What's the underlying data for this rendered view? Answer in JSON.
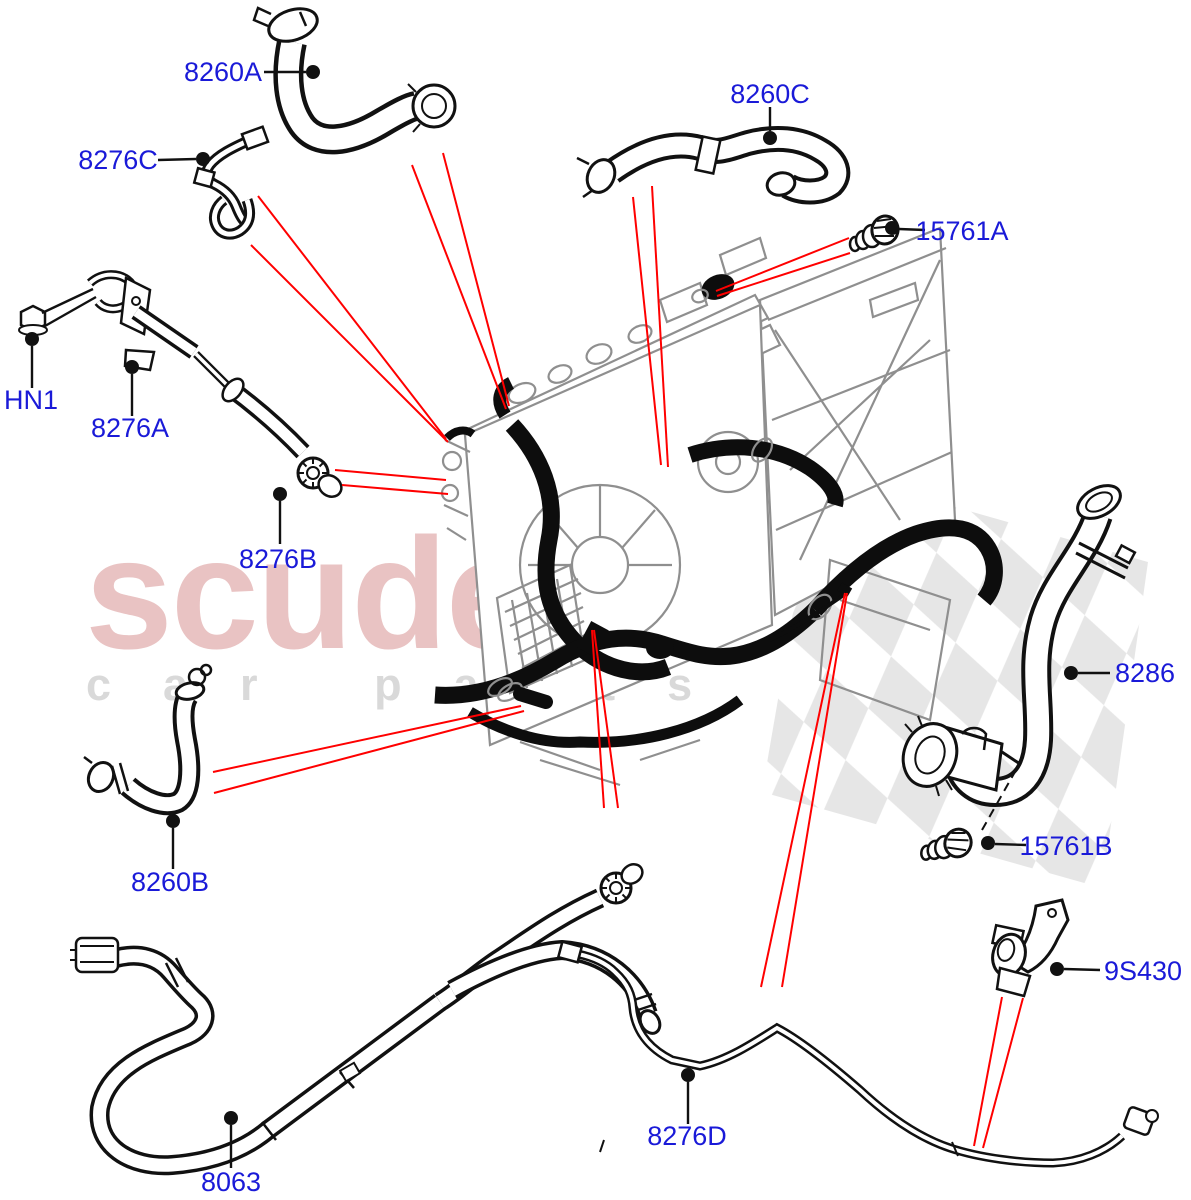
{
  "watermark": {
    "brand": "scuderia",
    "subtitle": "car parts"
  },
  "colors": {
    "label_blue": "#1a1ad8",
    "leader_red": "#ff0000",
    "line_ink": "#111111",
    "assembly_gray": "#8f8f8f",
    "checker_gray": "#dedede",
    "watermark_pink": "#c96a6a",
    "watermark_gray": "#d9d9d9"
  },
  "labels": [
    {
      "text": "8260A"
    },
    {
      "text": "8276C"
    },
    {
      "text": "8260C"
    },
    {
      "text": "15761A"
    },
    {
      "text": "HN1"
    },
    {
      "text": "8276A"
    },
    {
      "text": "8276B"
    },
    {
      "text": "8286"
    },
    {
      "text": "15761B"
    },
    {
      "text": "8260B"
    },
    {
      "text": "9S430"
    },
    {
      "text": "8063"
    },
    {
      "text": "8276D"
    }
  ]
}
